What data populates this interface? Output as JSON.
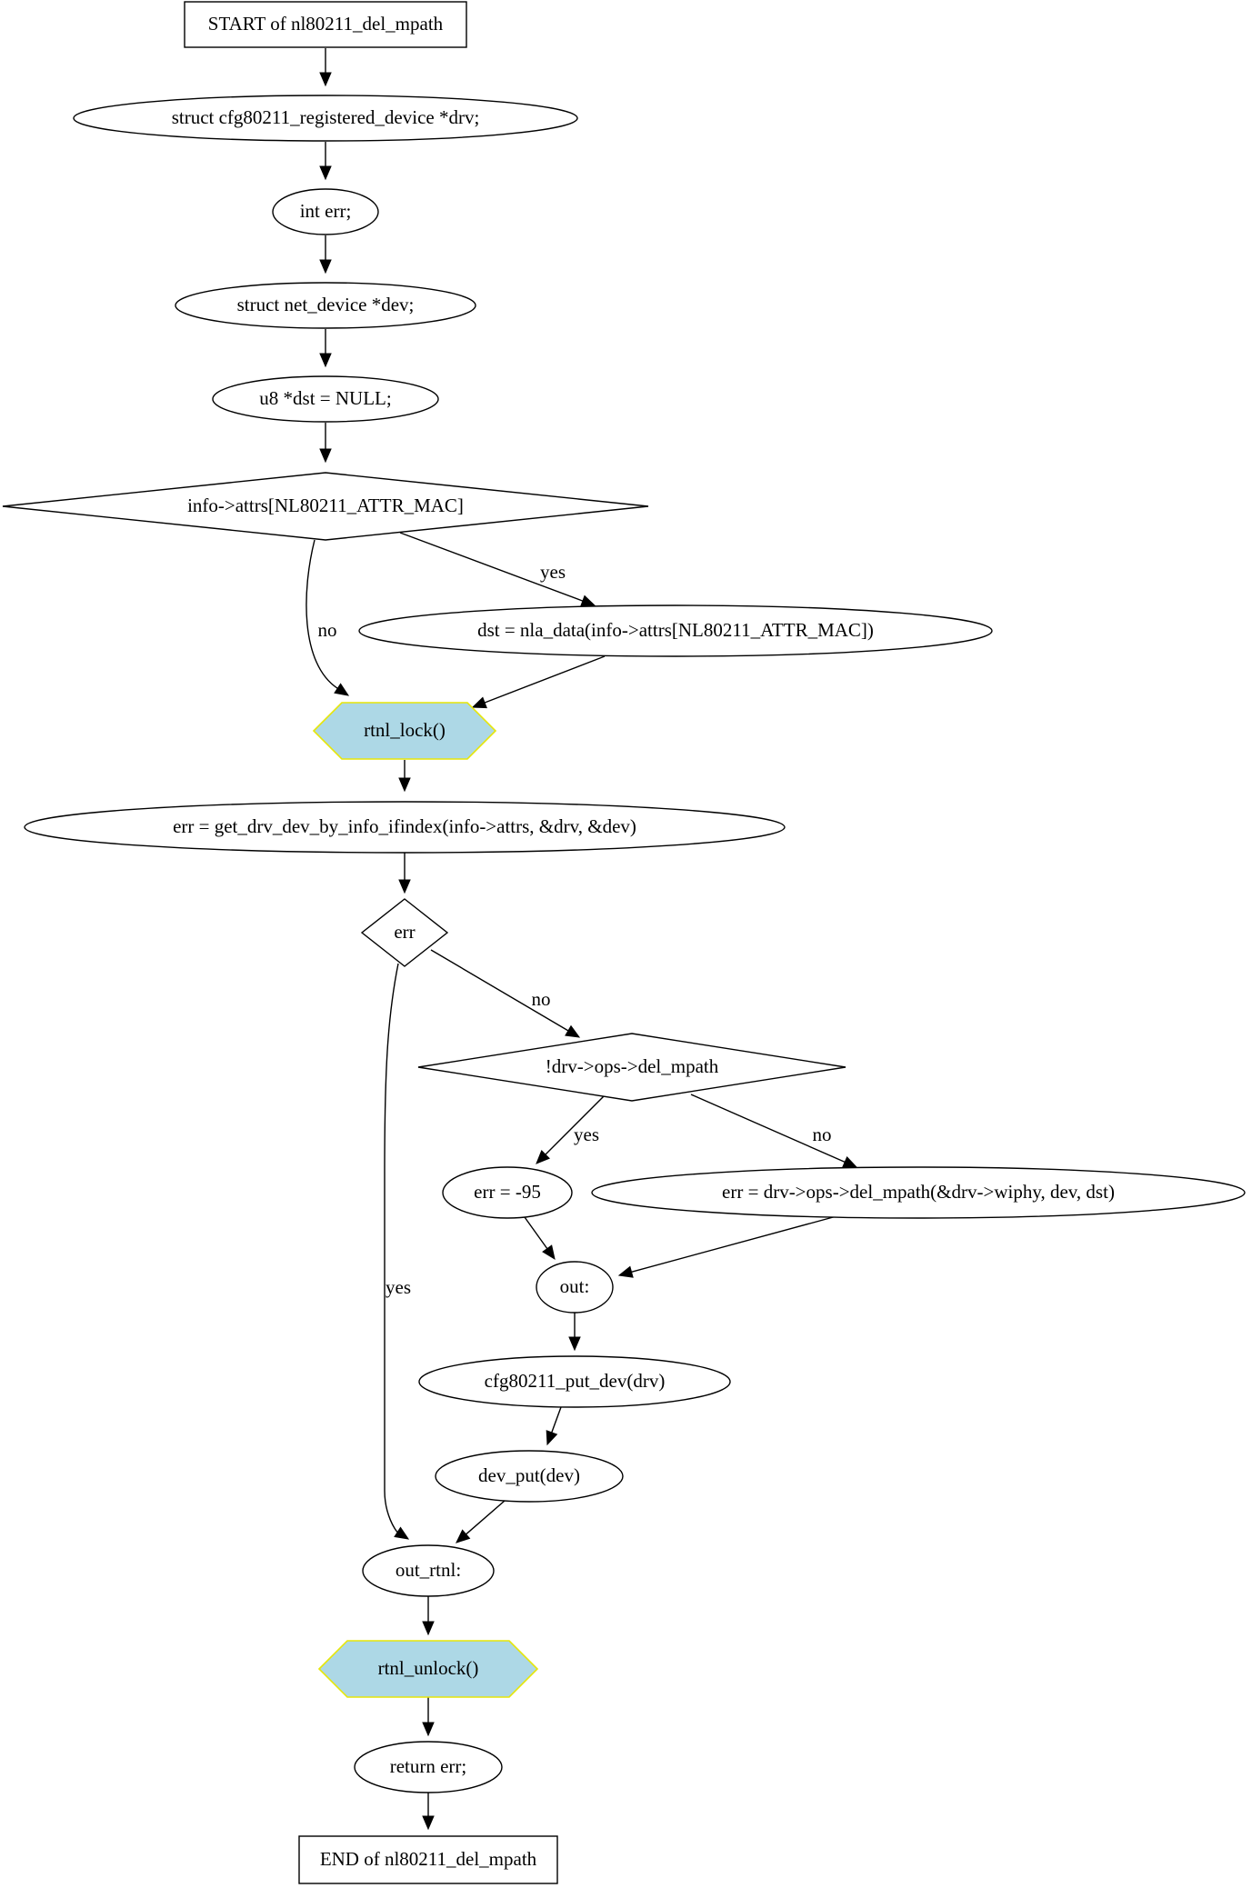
{
  "diagram": {
    "nodes": [
      {
        "id": "start",
        "label": "START of nl80211_del_mpath",
        "shape": "box"
      },
      {
        "id": "n1",
        "label": "struct cfg80211_registered_device *drv;",
        "shape": "ellipse"
      },
      {
        "id": "n2",
        "label": "int err;",
        "shape": "ellipse"
      },
      {
        "id": "n3",
        "label": "struct net_device *dev;",
        "shape": "ellipse"
      },
      {
        "id": "n4",
        "label": "u8 *dst = NULL;",
        "shape": "ellipse"
      },
      {
        "id": "d1",
        "label": "info->attrs[NL80211_ATTR_MAC]",
        "shape": "diamond"
      },
      {
        "id": "n5",
        "label": "dst = nla_data(info->attrs[NL80211_ATTR_MAC])",
        "shape": "ellipse"
      },
      {
        "id": "lock",
        "label": "rtnl_lock()",
        "shape": "hexagon"
      },
      {
        "id": "n6",
        "label": "err = get_drv_dev_by_info_ifindex(info->attrs, &drv, &dev)",
        "shape": "ellipse"
      },
      {
        "id": "d2",
        "label": "err",
        "shape": "diamond"
      },
      {
        "id": "d3",
        "label": "!drv->ops->del_mpath",
        "shape": "diamond"
      },
      {
        "id": "n7",
        "label": "err = -95",
        "shape": "ellipse"
      },
      {
        "id": "n8",
        "label": "err = drv->ops->del_mpath(&drv->wiphy, dev, dst)",
        "shape": "ellipse"
      },
      {
        "id": "out",
        "label": "out:",
        "shape": "ellipse"
      },
      {
        "id": "n9",
        "label": "cfg80211_put_dev(drv)",
        "shape": "ellipse"
      },
      {
        "id": "n10",
        "label": "dev_put(dev)",
        "shape": "ellipse"
      },
      {
        "id": "outrtnl",
        "label": "out_rtnl:",
        "shape": "ellipse"
      },
      {
        "id": "unlock",
        "label": "rtnl_unlock()",
        "shape": "hexagon"
      },
      {
        "id": "ret",
        "label": "return err;",
        "shape": "ellipse"
      },
      {
        "id": "end",
        "label": "END of nl80211_del_mpath",
        "shape": "box"
      }
    ],
    "edges": [
      {
        "from": "start",
        "to": "n1",
        "label": ""
      },
      {
        "from": "n1",
        "to": "n2",
        "label": ""
      },
      {
        "from": "n2",
        "to": "n3",
        "label": ""
      },
      {
        "from": "n3",
        "to": "n4",
        "label": ""
      },
      {
        "from": "n4",
        "to": "d1",
        "label": ""
      },
      {
        "from": "d1",
        "to": "n5",
        "label": "yes"
      },
      {
        "from": "d1",
        "to": "lock",
        "label": "no"
      },
      {
        "from": "n5",
        "to": "lock",
        "label": ""
      },
      {
        "from": "lock",
        "to": "n6",
        "label": ""
      },
      {
        "from": "n6",
        "to": "d2",
        "label": ""
      },
      {
        "from": "d2",
        "to": "d3",
        "label": "no"
      },
      {
        "from": "d2",
        "to": "outrtnl",
        "label": "yes"
      },
      {
        "from": "d3",
        "to": "n7",
        "label": "yes"
      },
      {
        "from": "d3",
        "to": "n8",
        "label": "no"
      },
      {
        "from": "n7",
        "to": "out",
        "label": ""
      },
      {
        "from": "n8",
        "to": "out",
        "label": ""
      },
      {
        "from": "out",
        "to": "n9",
        "label": ""
      },
      {
        "from": "n9",
        "to": "n10",
        "label": ""
      },
      {
        "from": "n10",
        "to": "outrtnl",
        "label": ""
      },
      {
        "from": "outrtnl",
        "to": "unlock",
        "label": ""
      },
      {
        "from": "unlock",
        "to": "ret",
        "label": ""
      },
      {
        "from": "ret",
        "to": "end",
        "label": ""
      }
    ],
    "colors": {
      "highlight_fill": "#add8e6",
      "highlight_stroke": "#e6e60a",
      "stroke": "#000000"
    }
  }
}
